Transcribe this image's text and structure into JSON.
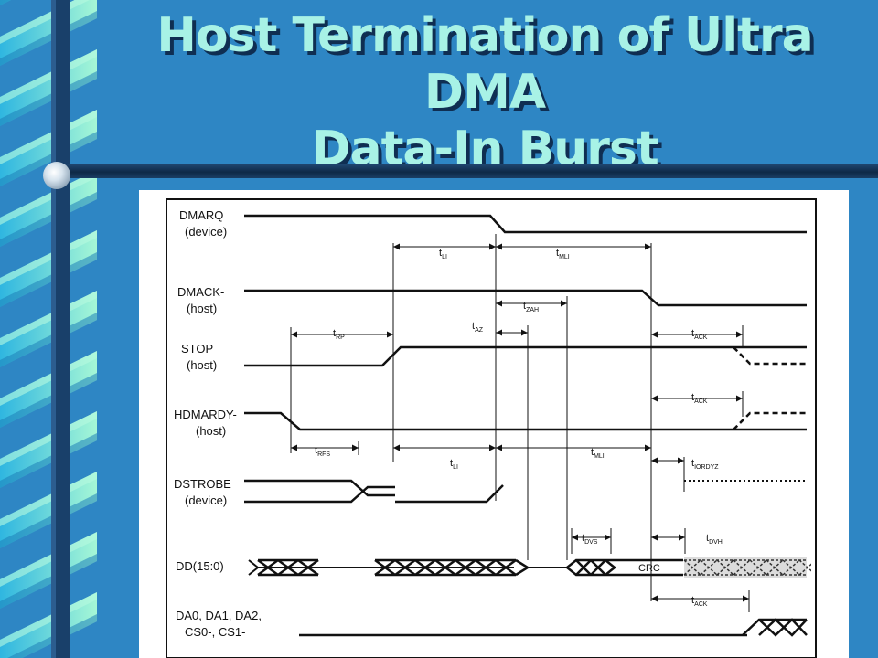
{
  "slide": {
    "title_line1": "Host Termination of Ultra DMA",
    "title_line2": "Data-In Burst"
  },
  "colors": {
    "background": "#2e86c4",
    "title_text": "#a8f2e6",
    "title_shadow": "#0f2e52",
    "band_light": "#a6f7d6",
    "band_mid": "#4fd0e6",
    "band_dark": "#19406a"
  },
  "signals": [
    {
      "id": "dmarq",
      "name": "DMARQ",
      "source": "(device)"
    },
    {
      "id": "dmack",
      "name": "DMACK-",
      "source": "(host)"
    },
    {
      "id": "stop",
      "name": "STOP",
      "source": "(host)"
    },
    {
      "id": "hdmardy",
      "name": "HDMARDY-",
      "source": "(host)"
    },
    {
      "id": "dstrobe",
      "name": "DSTROBE",
      "source": "(device)"
    },
    {
      "id": "dd",
      "name": "DD(15:0)",
      "source": ""
    },
    {
      "id": "da",
      "name": "DA0, DA1, DA2,",
      "source": "CS0-, CS1-"
    }
  ],
  "timing_labels": {
    "t_li_top": {
      "main": "t",
      "sub": "LI"
    },
    "t_mli_top": {
      "main": "t",
      "sub": "MLI"
    },
    "t_zah": {
      "main": "t",
      "sub": "ZAH"
    },
    "t_az": {
      "main": "t",
      "sub": "AZ"
    },
    "t_rp": {
      "main": "t",
      "sub": "RP"
    },
    "t_ack_stop": {
      "main": "t",
      "sub": "ACK"
    },
    "t_ack_hdmardy": {
      "main": "t",
      "sub": "ACK"
    },
    "t_rfs": {
      "main": "t",
      "sub": "RFS"
    },
    "t_li_bottom": {
      "main": "t",
      "sub": "LI"
    },
    "t_mli_bottom": {
      "main": "t",
      "sub": "MLI"
    },
    "t_iordyz": {
      "main": "t",
      "sub": "IORDYZ"
    },
    "t_dvs": {
      "main": "t",
      "sub": "DVS"
    },
    "t_dvh": {
      "main": "t",
      "sub": "DVH"
    },
    "t_ack_da": {
      "main": "t",
      "sub": "ACK"
    }
  },
  "dd_label": "CRC"
}
